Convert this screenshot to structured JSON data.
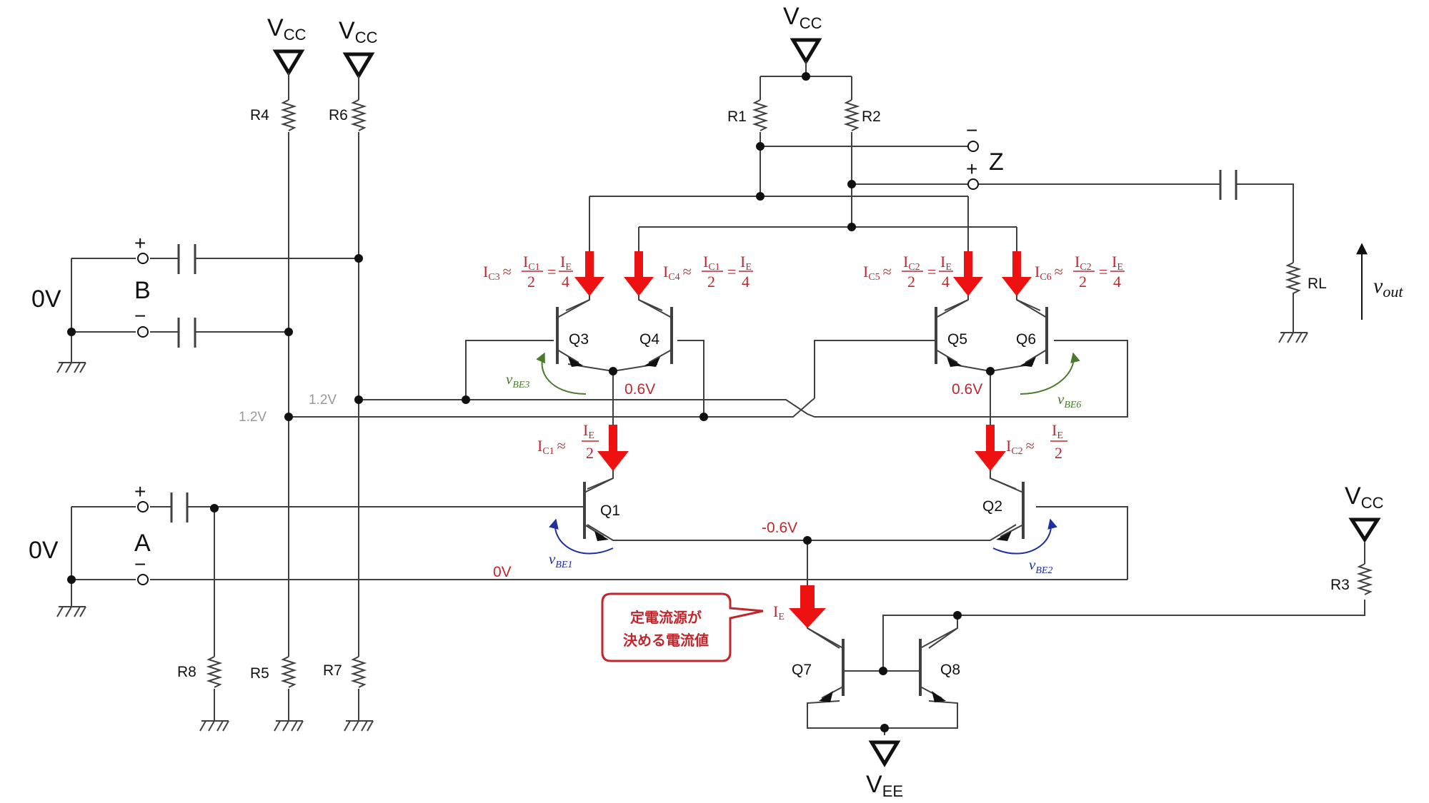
{
  "labels": {
    "vcc": "V",
    "vcc_sub": "CC",
    "vee": "V",
    "vee_sub": "EE",
    "r1": "R1",
    "r2": "R2",
    "r3": "R3",
    "r4": "R4",
    "r5": "R5",
    "r6": "R6",
    "r7": "R7",
    "r8": "R8",
    "rl": "RL",
    "q1": "Q1",
    "q2": "Q2",
    "q3": "Q3",
    "q4": "Q4",
    "q5": "Q5",
    "q6": "Q6",
    "q7": "Q7",
    "q8": "Q8",
    "z": "Z",
    "plus": "+",
    "minus": "−",
    "b": "B",
    "a": "A",
    "zero_v": "0V",
    "v_1_2": "1.2V",
    "v_0_6": "0.6V",
    "v_neg_0_6": "-0.6V",
    "v_0": "0V",
    "vout": "v",
    "vout_sub": "out"
  },
  "currents": {
    "ic3": "I",
    "ic3_sub": "C3",
    "ic4": "I",
    "ic4_sub": "C4",
    "ic5": "I",
    "ic5_sub": "C5",
    "ic6": "I",
    "ic6_sub": "C6",
    "ic1": "I",
    "ic1_sub": "C1",
    "ic2": "I",
    "ic2_sub": "C2",
    "ie": "I",
    "ie_sub": "E",
    "approx": "≈",
    "eq": "=",
    "frac_ic1": "I",
    "frac_ic1_sub": "C1",
    "frac_ic2": "I",
    "frac_ic2_sub": "C2",
    "frac_ie": "I",
    "frac_ie_sub": "E",
    "two": "2",
    "four": "4"
  },
  "vbe": {
    "v": "v",
    "be1": "BE1",
    "be2": "BE2",
    "be3": "BE3",
    "be6": "BE6"
  },
  "callout": {
    "line1": "定電流源が",
    "line2": "決める電流値"
  },
  "colors": {
    "red": "#c0272d",
    "arrow": "#ee1111",
    "green": "#4a7a2e",
    "blue": "#1e2f9e",
    "gray": "#999999"
  }
}
